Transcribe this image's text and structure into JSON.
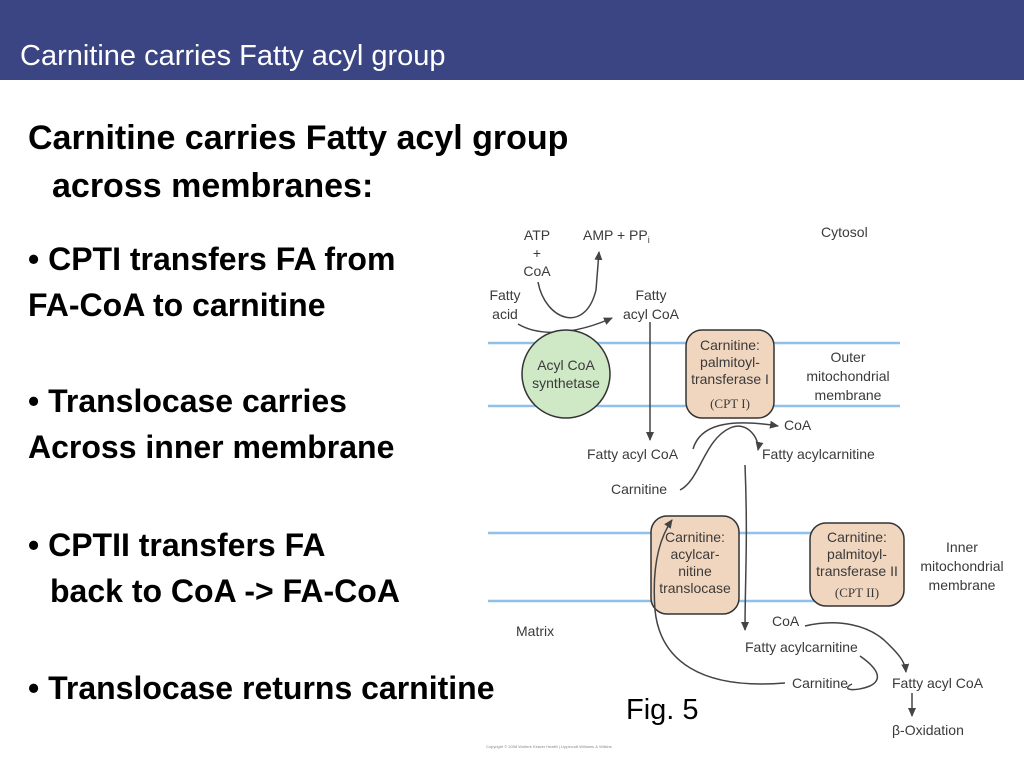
{
  "title": "Carnitine carries Fatty acyl group",
  "heading": {
    "line1": "Carnitine carries Fatty acyl group",
    "line2": "across membranes:"
  },
  "bullets": {
    "cpt1": {
      "line1": "• CPTI  transfers FA from",
      "line2": "FA-CoA to carnitine"
    },
    "translocase": {
      "line1": "• Translocase carries",
      "line2": "Across inner membrane"
    },
    "cpt2": {
      "line1": "•  CPTII transfers FA",
      "line2": "back to CoA -> FA-CoA"
    },
    "returns": {
      "line1": "•  Translocase returns carnitine"
    }
  },
  "figure_label": "Fig. 5",
  "diagram": {
    "compartments": {
      "cytosol": "Cytosol",
      "matrix": "Matrix"
    },
    "membranes": {
      "outer": [
        "Outer",
        "mitochondrial",
        "membrane"
      ],
      "inner": [
        "Inner",
        "mitochondrial",
        "membrane"
      ]
    },
    "enzymes": {
      "acyl_coa_synthetase": [
        "Acyl CoA",
        "synthetase"
      ],
      "cpt1": [
        "Carnitine:",
        "palmitoyl-",
        "transferase I",
        "(CPT I)"
      ],
      "translocase": [
        "Carnitine:",
        "acylcar-",
        "nitine",
        "translocase"
      ],
      "cpt2": [
        "Carnitine:",
        "palmitoyl-",
        "transferase II",
        "(CPT II)"
      ]
    },
    "metabolites": {
      "atp": "ATP",
      "plus": "+",
      "coa_top": "CoA",
      "amp": "AMP + PP",
      "amp_sub": "i",
      "fatty_acid": [
        "Fatty",
        "acid"
      ],
      "fatty_acyl_coa_top": [
        "Fatty",
        "acyl CoA"
      ],
      "coa_after_cpt1": "CoA",
      "fatty_acyl_coa_mid": "Fatty acyl CoA",
      "fatty_acylcarnitine_mid": "Fatty acylcarnitine",
      "carnitine_mid": "Carnitine",
      "coa_matrix": "CoA",
      "fatty_acylcarnitine_matrix": "Fatty acylcarnitine",
      "carnitine_matrix": "Carnitine",
      "fatty_acyl_coa_matrix": "Fatty acyl CoA",
      "beta_oxidation": "β-Oxidation"
    }
  },
  "copyright": "Copyright © 2008 Wolters Kluwer Health | Lippincott Williams & Wilkins",
  "colors": {
    "title_bar": "#3b4583",
    "membrane": "#8fc1ea",
    "synthetase_fill": "#cfe8c5",
    "enzyme_fill": "#f1d6bf"
  }
}
